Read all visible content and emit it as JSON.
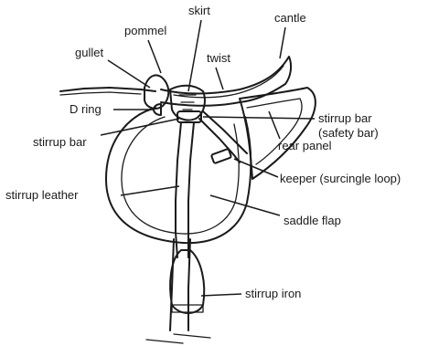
{
  "labels": {
    "skirt": "skirt",
    "cantle": "cantle",
    "pommel": "pommel",
    "gullet": "gullet",
    "twist": "twist",
    "d_ring": "D ring",
    "stirrup_bar_safety_line1": "stirrup bar",
    "stirrup_bar_safety_line2": "(safety bar)",
    "stirrup_bar": "stirrup bar",
    "rear_panel": "rear panel",
    "keeper": "keeper (surcingle loop)",
    "stirrup_leather": "stirrup leather",
    "saddle_flap": "saddle flap",
    "stirrup_iron": "stirrup iron"
  },
  "colors": {
    "ink": "#1a1a1a",
    "background": "#ffffff"
  }
}
